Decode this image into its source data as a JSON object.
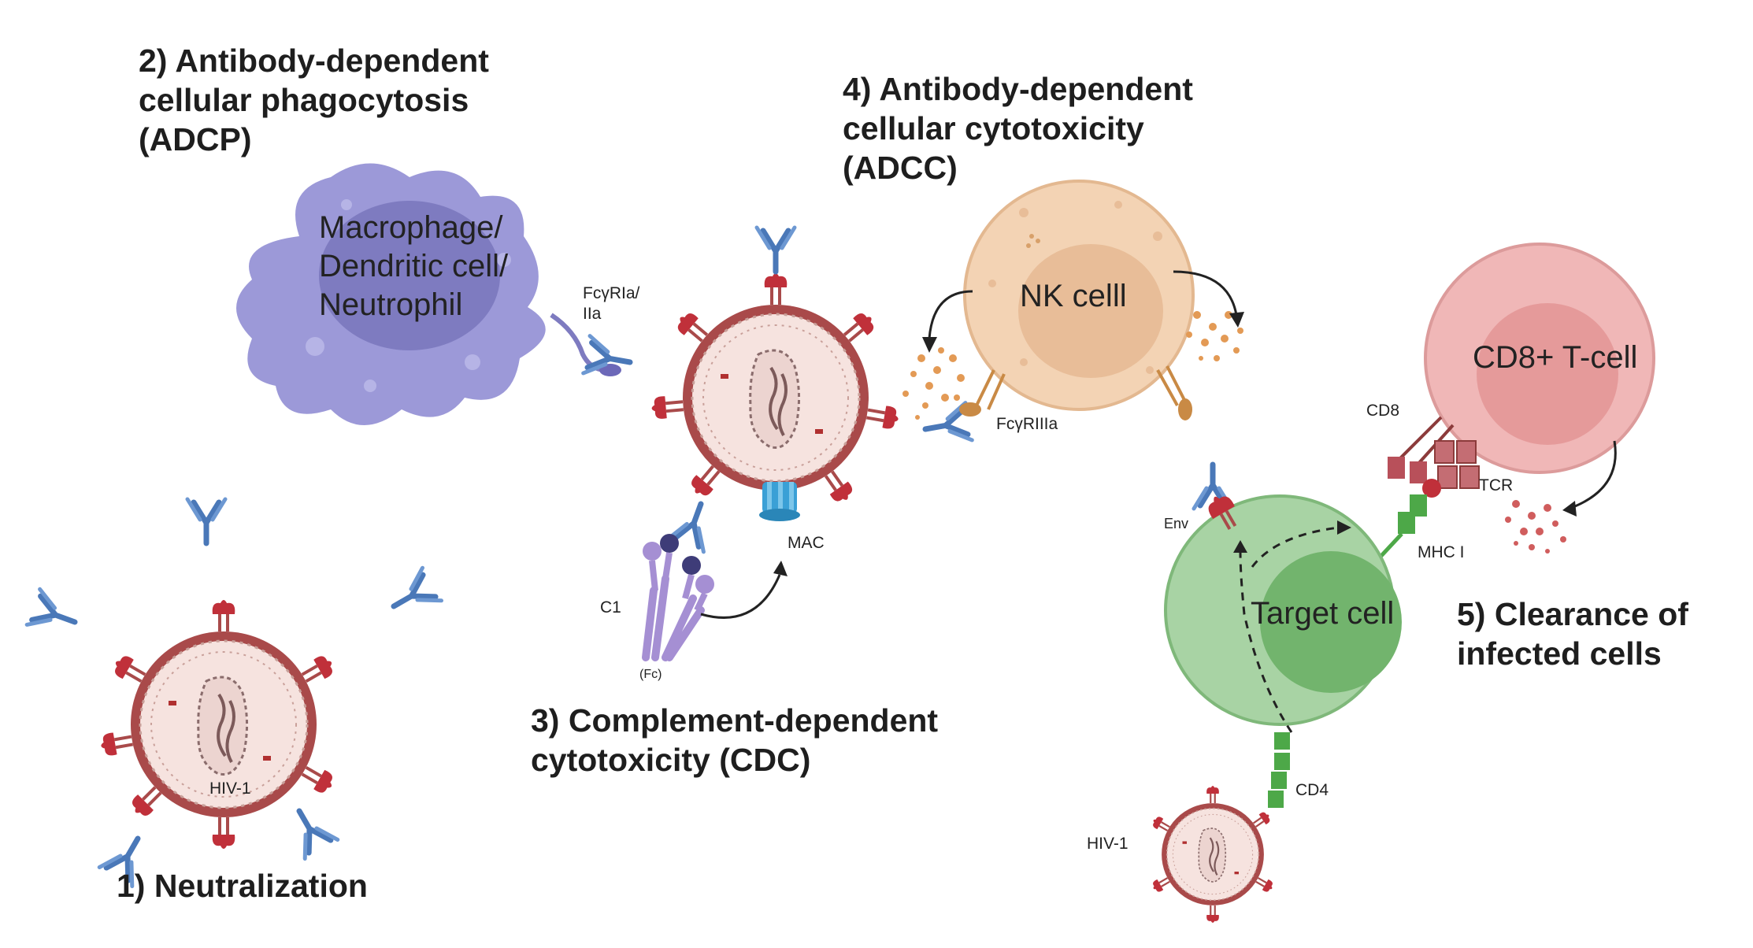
{
  "titles": {
    "neutralization": "1) Neutralization",
    "adcp": "2) Antibody-dependent\ncellular phagocytosis\n(ADCP)",
    "cdc": "3) Complement-dependent\ncytotoxicity (CDC)",
    "adcc": "4) Antibody-dependent\ncellular cytotoxicity\n(ADCC)",
    "clearance": "5) Clearance of\ninfected cells"
  },
  "cells": {
    "macrophage": "Macrophage/\nDendritic cell/\nNeutrophil",
    "nk": "NK celll",
    "cd8": "CD8+ T-cell",
    "target": "Target cell"
  },
  "labels": {
    "hiv_neutralization": "HIV-1",
    "hiv_bottom": "HIV-1",
    "fcyr_adcp": "FcγRIa/\nIIa",
    "fcyr_adcc": "FcγRIIIa",
    "mac": "MAC",
    "c1": "C1",
    "fc": "(Fc)",
    "env": "Env",
    "cd4": "CD4",
    "cd8": "CD8",
    "tcr": "TCR",
    "mhc": "MHC I"
  },
  "colors": {
    "antibody": "#4a78b8",
    "virus_membrane": "#a94a4a",
    "virus_fill": "#f6e3df",
    "env_spike": "#c0303a",
    "macrophage": "#9c99d8",
    "nk_cell": "#f3d3b4",
    "cd8_cell": "#f0b7b7",
    "target_cell": "#a8d3a4",
    "mac_complex": "#3aa0d6",
    "c1_complex": "#a58fd3",
    "cd4_receptor": "#4da848"
  }
}
